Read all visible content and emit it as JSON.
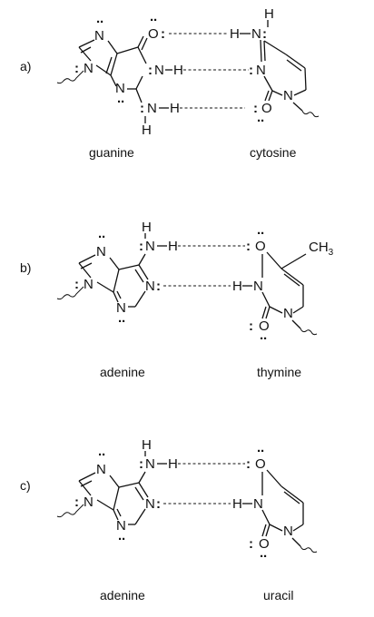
{
  "panels": [
    {
      "part_label": "a)",
      "left_name": "guanine",
      "right_name": "cytosine",
      "atoms": {
        "N7": "N",
        "N9": "N",
        "N3": "N",
        "N1": "N",
        "H1": "H",
        "O6": "O",
        "N2": "N",
        "H2a": "H",
        "H2b": "H",
        "cH": "H",
        "cN4": "N",
        "cH4": "H",
        "cN3": "N",
        "cN1": "N",
        "cO2": "O"
      }
    },
    {
      "part_label": "b)",
      "left_name": "adenine",
      "right_name": "thymine",
      "atoms": {
        "H6b": "H",
        "N6": "N",
        "H6a": "H",
        "N1": "N",
        "N7": "N",
        "N9": "N",
        "N3": "N",
        "tO4": "O",
        "tCH3": "CH",
        "tCH3sub": "3",
        "tH3": "H",
        "tN3": "N",
        "tN1": "N",
        "tO2": "O"
      }
    },
    {
      "part_label": "c)",
      "left_name": "adenine",
      "right_name": "uracil",
      "atoms": {
        "H6b": "H",
        "N6": "N",
        "H6a": "H",
        "N1": "N",
        "N7": "N",
        "N9": "N",
        "N3": "N",
        "uO4": "O",
        "uH3": "H",
        "uN3": "N",
        "uN1": "N",
        "uO2": "O"
      }
    }
  ]
}
